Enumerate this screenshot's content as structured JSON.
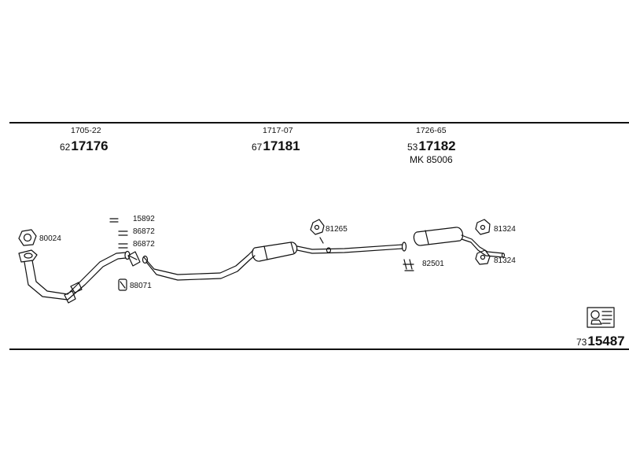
{
  "sections": [
    {
      "ref": "1705-22",
      "prefix": "62",
      "number": "17176"
    },
    {
      "ref": "1717-07",
      "prefix": "67",
      "number": "17181"
    },
    {
      "ref": "1726-65",
      "prefix": "53",
      "number": "17182",
      "kit_label": "MK",
      "kit_number": "85006"
    }
  ],
  "callouts": {
    "c80024": "80024",
    "c15892": "15892",
    "c86872a": "86872",
    "c86872b": "86872",
    "c88071": "88071",
    "c81265": "81265",
    "c82501": "82501",
    "c81324a": "81324",
    "c81324b": "81324"
  },
  "footer": {
    "prefix": "73",
    "number": "15487"
  }
}
